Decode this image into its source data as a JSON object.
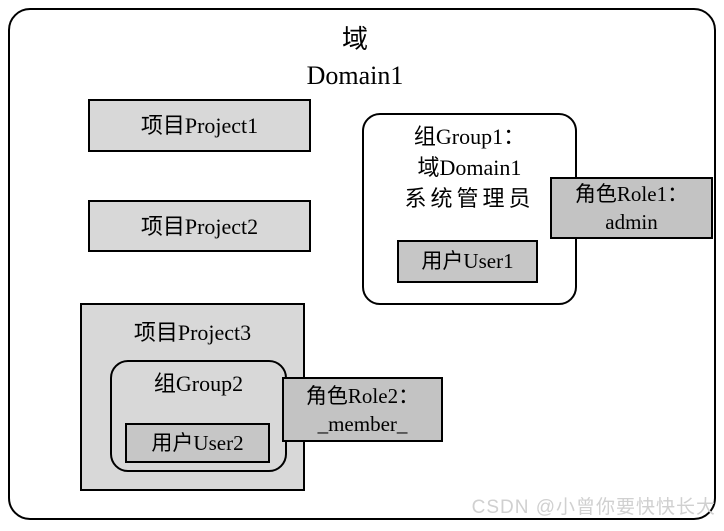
{
  "domain": {
    "title_cn": "域",
    "title_en": "Domain1"
  },
  "projects": [
    {
      "label": "项目Project1"
    },
    {
      "label": "项目Project2"
    },
    {
      "label": "项目Project3"
    }
  ],
  "group1": {
    "lines": [
      "组Group1：",
      "域Domain1",
      "系统管理员"
    ],
    "user": "用户User1"
  },
  "role1": {
    "line1": "角色Role1：",
    "line2": "admin"
  },
  "group2": {
    "label": "组Group2",
    "user": "用户User2"
  },
  "role2": {
    "line1": "角色Role2：",
    "line2": "_member_"
  },
  "watermark": "CSDN @小曾你要快快长大",
  "colors": {
    "border": "#000000",
    "project_fill": "#d8d8d8",
    "user_fill": "#c6c6c6",
    "role_fill": "#c3c3c3",
    "group1_fill": "#ffffff",
    "watermark": "#d0d0d0"
  }
}
